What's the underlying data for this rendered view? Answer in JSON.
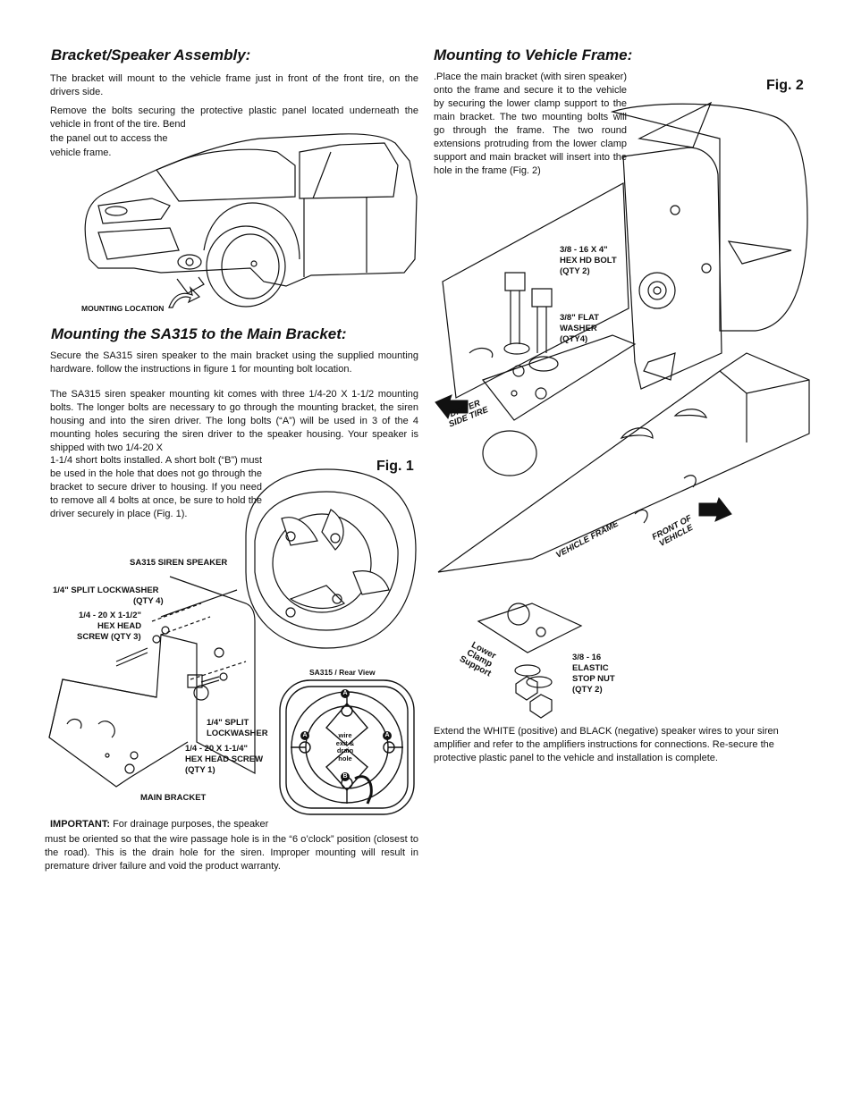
{
  "left": {
    "bracket_heading": "Bracket/Speaker Assembly:",
    "bracket_p1": "The bracket will mount to the vehicle frame just in front of the front tire, on the drivers side.",
    "bracket_p2a": "Remove the bolts securing the protective plastic panel located underneath the vehicle in front of the tire. Bend",
    "bracket_p2b": "the panel out to access the",
    "bracket_p2c": "vehicle frame.",
    "mounting_location": "MOUNTING LOCATION",
    "sa315_heading": "Mounting the SA315 to the Main Bracket:",
    "sa315_p1": "Secure the SA315 siren speaker to the main bracket using the supplied mounting hardware. follow the instructions in figure 1 for mounting bolt location.",
    "sa315_p2a": "The SA315 siren speaker mounting kit comes with three 1/4-20 X 1-1/2 mounting bolts. The longer bolts are necessary to go through the mounting bracket, the siren housing and into the siren driver. The long bolts (“A”) will be used in 3 of the 4 mounting holes securing the siren driver to the speaker housing. Your speaker is shipped with two 1/4-20 X",
    "sa315_p2b": "1-1/4 short bolts installed. A short bolt (“B”) must be used in the hole that does not go through the bracket to secure driver to housing. If you need to remove all 4 bolts at once, be sure to hold the driver securely in place (Fig. 1).",
    "fig1": "Fig. 1",
    "fig1_labels": {
      "siren_speaker": "SA315 SIREN SPEAKER",
      "lockwasher_qty4_1": "1/4\" SPLIT LOCKWASHER",
      "lockwasher_qty4_2": "(QTY 4)",
      "hex_screw_1": "1/4 - 20 X 1-1/2\"",
      "hex_screw_2": "HEX HEAD",
      "hex_screw_3": "SCREW (QTY 3)",
      "split_lockwasher_1": "1/4\" SPLIT",
      "split_lockwasher_2": "LOCKWASHER",
      "short_screw_1": "1/4 - 20 X 1-1/4\"",
      "short_screw_2": "HEX HEAD SCREW",
      "short_screw_3": "(QTY 1)",
      "main_bracket": "MAIN BRACKET",
      "rear_view": "SA315 / Rear View",
      "wire_hole": [
        "wire",
        "exit &",
        "drain",
        "hole"
      ],
      "bolt_a": "A",
      "bolt_b": "B"
    },
    "important_label": "IMPORTANT:",
    "important_a": " For drainage purposes, the speaker",
    "important_b": "must be oriented so that the wire passage hole is in the “6 o’clock” position (closest to the road). This is the drain hole for the siren. Improper mounting will result in premature driver failure and void the product warranty."
  },
  "right": {
    "frame_heading": "Mounting to Vehicle Frame:",
    "frame_p": ".Place the main bracket (with siren speaker) onto the frame and secure it to the vehicle by securing the lower clamp support to the main bracket. The two mounting bolts will go through the frame. The two round extensions protruding from the lower clamp support and main bracket will insert into the hole in the frame (Fig. 2)",
    "fig2": "Fig. 2",
    "fig2_labels": {
      "bolt_1": "3/8 - 16 X 4\"",
      "bolt_2": "HEX HD BOLT",
      "bolt_3": "(QTY 2)",
      "washer_1": "3/8\" FLAT",
      "washer_2": "WASHER",
      "washer_3": "(QTY4)",
      "driver_side_1": "DRIVER",
      "driver_side_2": "SIDE TIRE",
      "vehicle_frame": "VEHICLE FRAME",
      "front_1": "FRONT OF",
      "front_2": "VEHICLE",
      "lower_1": "Lower",
      "lower_2": "Clamp",
      "lower_3": "Support",
      "nut_1": "3/8 - 16",
      "nut_2": "ELASTIC",
      "nut_3": "STOP NUT",
      "nut_4": "(QTY 2)"
    },
    "wires_p": "Extend the WHITE (positive) and BLACK (negative) speaker wires to your siren amplifier and refer to the amplifiers instructions for connections. Re-secure the protective plastic panel to the vehicle and installation is complete."
  }
}
